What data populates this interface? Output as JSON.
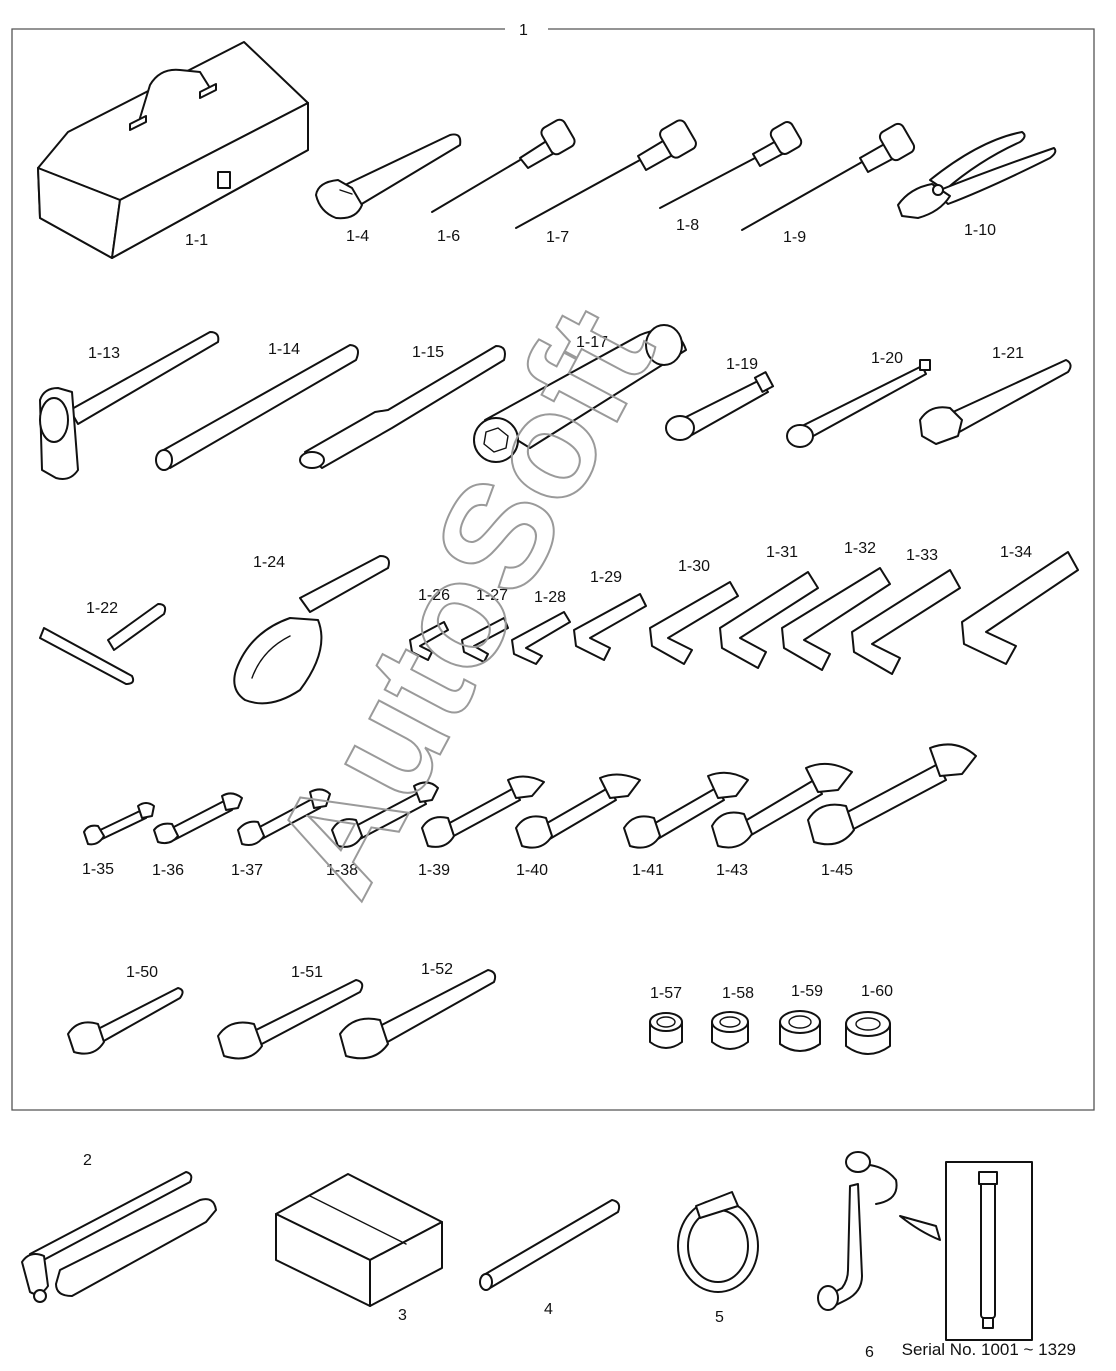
{
  "watermark": "AutoSoft",
  "serial_text": "Serial No. 1001 ~ 1329",
  "kit_label": "1",
  "labels": {
    "p1_1": "1-1",
    "p1_4": "1-4",
    "p1_6": "1-6",
    "p1_7": "1-7",
    "p1_8": "1-8",
    "p1_9": "1-9",
    "p1_10": "1-10",
    "p1_13": "1-13",
    "p1_14": "1-14",
    "p1_15": "1-15",
    "p1_17": "1-17",
    "p1_19": "1-19",
    "p1_20": "1-20",
    "p1_21": "1-21",
    "p1_22": "1-22",
    "p1_24": "1-24",
    "p1_26": "1-26",
    "p1_27": "1-27",
    "p1_28": "1-28",
    "p1_29": "1-29",
    "p1_30": "1-30",
    "p1_31": "1-31",
    "p1_32": "1-32",
    "p1_33": "1-33",
    "p1_34": "1-34",
    "p1_35": "1-35",
    "p1_36": "1-36",
    "p1_37": "1-37",
    "p1_38": "1-38",
    "p1_39": "1-39",
    "p1_40": "1-40",
    "p1_41": "1-41",
    "p1_43": "1-43",
    "p1_45": "1-45",
    "p1_50": "1-50",
    "p1_51": "1-51",
    "p1_52": "1-52",
    "p1_57": "1-57",
    "p1_58": "1-58",
    "p1_59": "1-59",
    "p1_60": "1-60",
    "p2": "2",
    "p3": "3",
    "p4": "4",
    "p5": "5",
    "p6": "6"
  }
}
